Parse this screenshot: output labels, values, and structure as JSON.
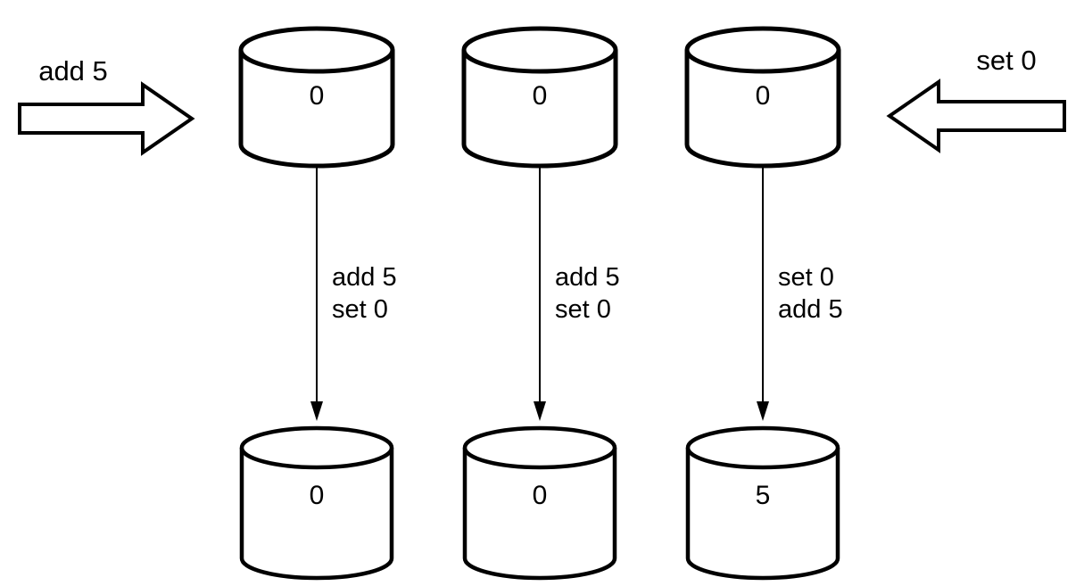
{
  "diagram": {
    "description": "Three replicas receive the same two operations in different orders",
    "left_input": {
      "label": "add 5",
      "icon": "block-arrow-right"
    },
    "right_input": {
      "label": "set 0",
      "icon": "block-arrow-left"
    },
    "replicas": [
      {
        "initial_value": "0",
        "operations": [
          "add 5",
          "set 0"
        ],
        "final_value": "0"
      },
      {
        "initial_value": "0",
        "operations": [
          "add 5",
          "set 0"
        ],
        "final_value": "0"
      },
      {
        "initial_value": "0",
        "operations": [
          "set 0",
          "add 5"
        ],
        "final_value": "5"
      }
    ],
    "colors": {
      "stroke": "#000000",
      "fill": "#ffffff",
      "background": "#ffffff"
    }
  }
}
